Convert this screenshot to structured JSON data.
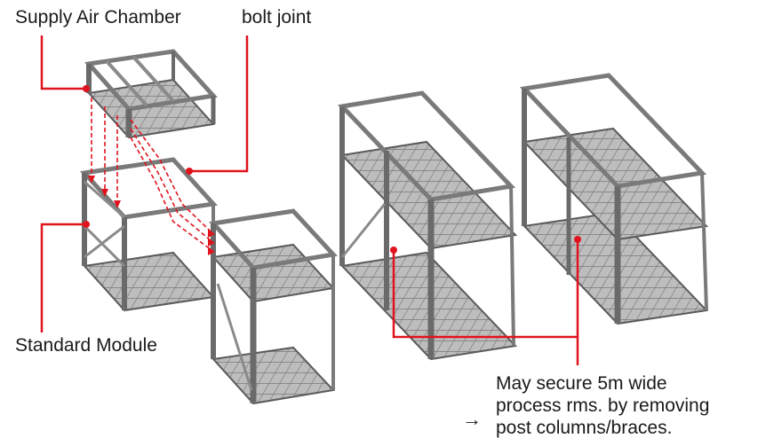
{
  "labels": {
    "supply_air_chamber": "Supply Air Chamber",
    "bolt_joint": "bolt joint",
    "standard_module": "Standard Module"
  },
  "note": {
    "lines": [
      "May secure 5m wide",
      "process rms. by removing",
      "post columns/braces."
    ],
    "arrow": "→"
  },
  "colors": {
    "callout": "#e0141e",
    "steel_light": "#c9c9c9",
    "steel_mid": "#9a9a9a",
    "steel_dark": "#5a5a5a",
    "text": "#1a1a1a"
  }
}
